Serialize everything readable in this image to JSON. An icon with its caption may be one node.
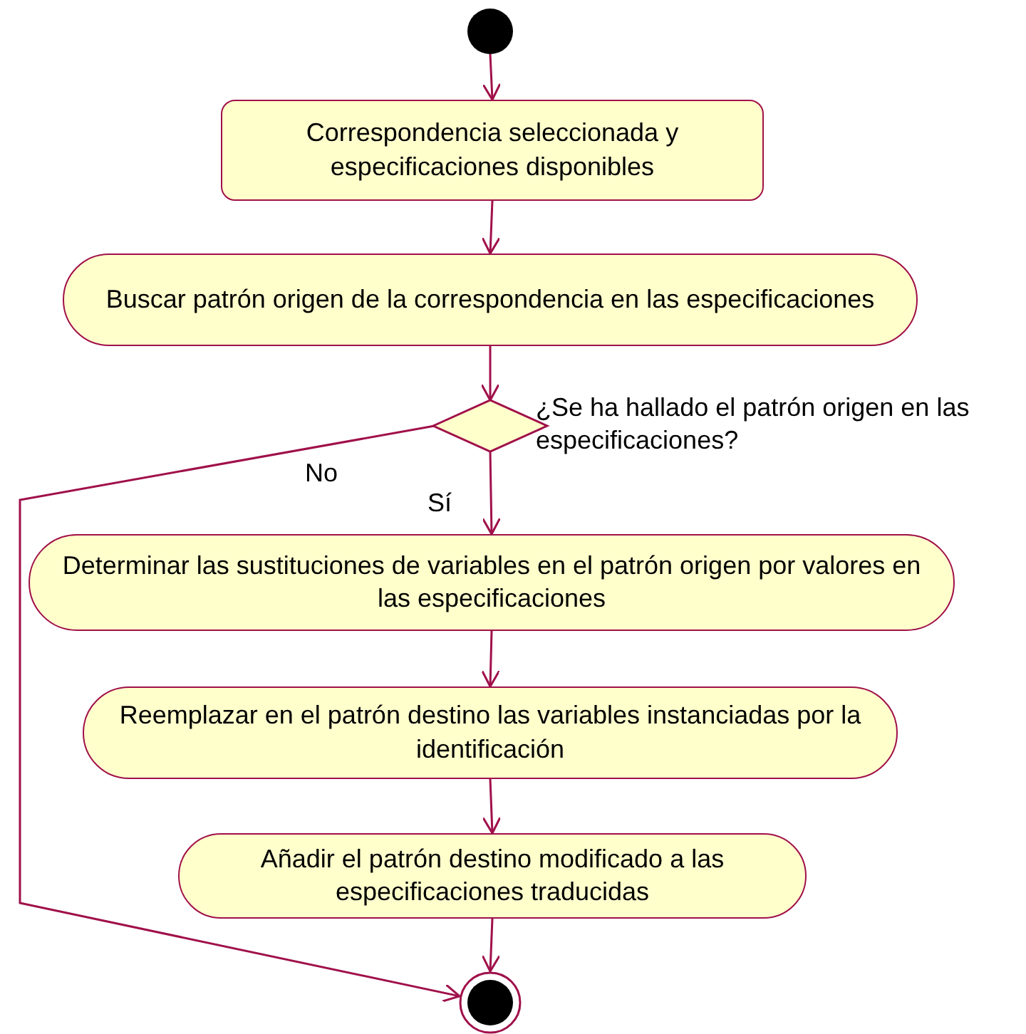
{
  "diagram": {
    "nodes": [
      {
        "text": [],
        "shape": "circle"
      },
      {
        "text": [
          "Correspondencia seleccionada y especificaciones disponibles"
        ]
      },
      {
        "text": [
          "Buscar patrón origen de la correspondencia en las especificaciones"
        ]
      },
      {
        "text": [],
        "shape": "diamond",
        "beside": [
          "¿Se ha hallado el patrón origen en las especificaciones?"
        ]
      },
      {
        "text": [
          "Determinar las sustituciones de variables en el patrón origen por valores en las especificaciones"
        ]
      },
      {
        "text": [
          "Reemplazar en el patrón destino las variables instanciadas por la identificación"
        ]
      },
      {
        "text": [
          "Añadir el patrón destino modificado a las especificaciones traducidas"
        ]
      },
      {
        "text": [],
        "shape": "circle"
      }
    ],
    "edges": [
      {
        "from": 0,
        "to": 1,
        "arrow": "to"
      },
      {
        "from": 1,
        "to": 2,
        "arrow": "to"
      },
      {
        "from": 2,
        "to": 3,
        "arrow": "to"
      },
      {
        "from": 3,
        "to": 7,
        "arrow": "to",
        "label": "No"
      },
      {
        "from": 3,
        "to": 4,
        "arrow": "to",
        "label": "Sí"
      },
      {
        "from": 4,
        "to": 5,
        "arrow": "to"
      },
      {
        "from": 5,
        "to": 6,
        "arrow": "to"
      },
      {
        "from": 6,
        "to": 7,
        "arrow": "to"
      }
    ]
  }
}
